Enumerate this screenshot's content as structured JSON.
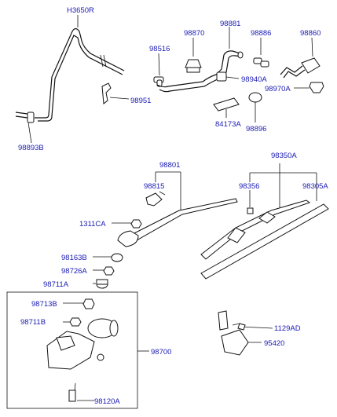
{
  "parts": {
    "hose_main": "H3650R",
    "p98893B": "98893B",
    "p98516": "98516",
    "p98951": "98951",
    "p98870": "98870",
    "p98881": "98881",
    "p98886": "98886",
    "p98860": "98860",
    "p98940A": "98940A",
    "p98970A": "98970A",
    "p84173A": "84173A",
    "p98896": "98896",
    "p98801": "98801",
    "p98815": "98815",
    "p1311CA": "1311CA",
    "p98350A": "98350A",
    "p98356": "98356",
    "p98305A": "98305A",
    "p98163B": "98163B",
    "p98726A": "98726A",
    "p98711A": "98711A",
    "p98713B": "98713B",
    "p98711B": "98711B",
    "p98700": "98700",
    "p98120A": "98120A",
    "p1129AD": "1129AD",
    "p95420": "95420"
  }
}
